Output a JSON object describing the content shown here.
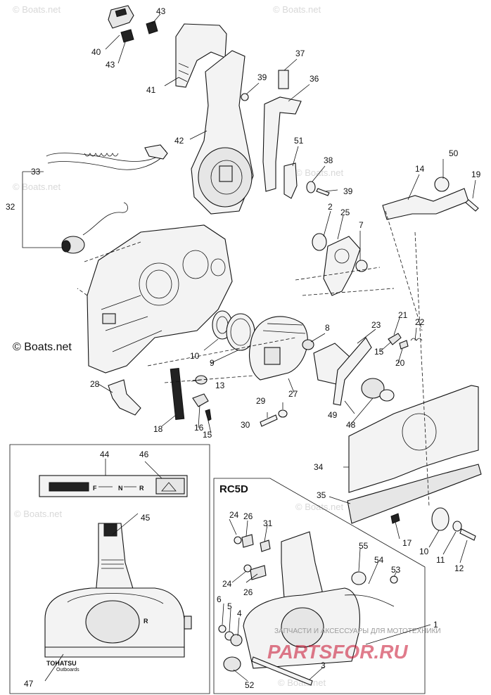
{
  "diagram": {
    "watermark": "© Boats.net",
    "copyright_mark": "© Boats.net",
    "inset_label": "RC5D",
    "footer_promo": "ЗАПЧАСТИ И АКСЕССУАРЫ ДЛЯ МОТОТЕХНИКИ",
    "footer_brand": "PARTSFOR.RU",
    "gear_f": "F",
    "gear_n": "N",
    "gear_r": "R",
    "gear_r_handle": "R",
    "brand_name": "TOHATSU",
    "brand_sub": "Outboards",
    "callouts": [
      "1",
      "2",
      "3",
      "4",
      "5",
      "6",
      "7",
      "8",
      "9",
      "10",
      "10",
      "11",
      "12",
      "13",
      "14",
      "15",
      "15",
      "15",
      "16",
      "17",
      "18",
      "19",
      "20",
      "21",
      "22",
      "23",
      "24",
      "24",
      "25",
      "26",
      "26",
      "27",
      "28",
      "29",
      "30",
      "31",
      "32",
      "33",
      "34",
      "35",
      "36",
      "37",
      "38",
      "39",
      "39",
      "40",
      "41",
      "42",
      "43",
      "43",
      "44",
      "45",
      "46",
      "47",
      "48",
      "49",
      "50",
      "51",
      "52",
      "53",
      "54",
      "55"
    ]
  },
  "colors": {
    "line": "#111111",
    "fill": "#f3f3f3",
    "watermark": "#d8d8d8",
    "brand": "#c8102e"
  }
}
